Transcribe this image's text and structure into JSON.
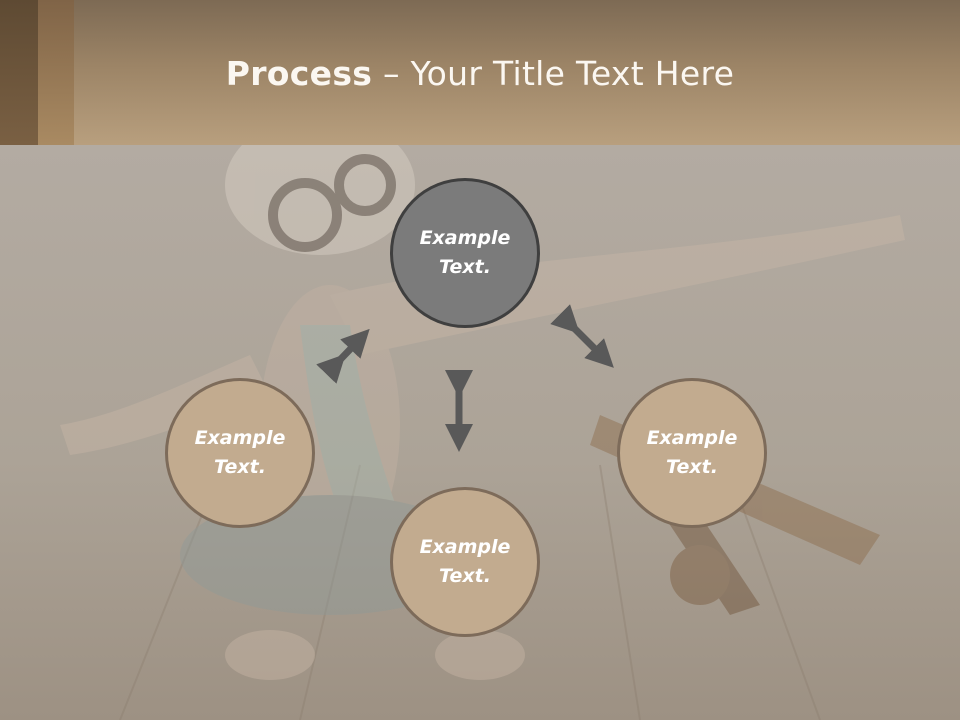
{
  "slide": {
    "title_bold": "Process",
    "title_rest": " – Your Title Text Here"
  },
  "nodes": {
    "top": "Example Text.",
    "left": "Example Text.",
    "right": "Example Text.",
    "bottom": "Example Text."
  },
  "colors": {
    "header": "#a98d6b",
    "top_node": "#7b7b7b",
    "tan_node": "#c2ab8f",
    "arrow": "#595959"
  }
}
